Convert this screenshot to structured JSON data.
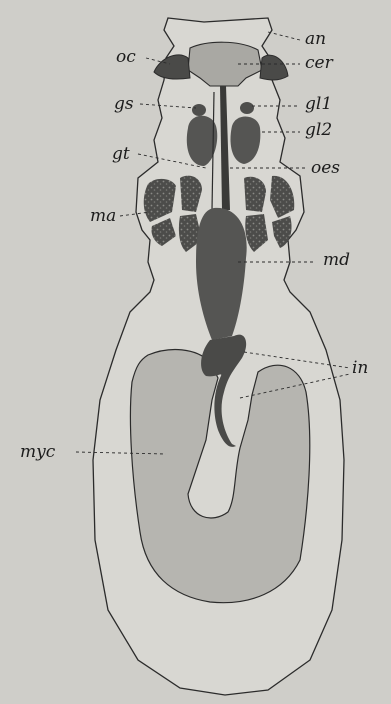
{
  "labels": {
    "an": "an",
    "cer": "cer",
    "oc": "oc",
    "gs": "gs",
    "gl1": "gl1",
    "gl2": "gl2",
    "gt": "gt",
    "oes": "oes",
    "ma": "ma",
    "md": "md",
    "in": "in",
    "myc": "myc"
  },
  "colors": {
    "paper": "#cfcec9",
    "body": "#d8d7d2",
    "outline": "#2b2b2b",
    "organ": "#555553",
    "dark": "#3a3a38"
  }
}
